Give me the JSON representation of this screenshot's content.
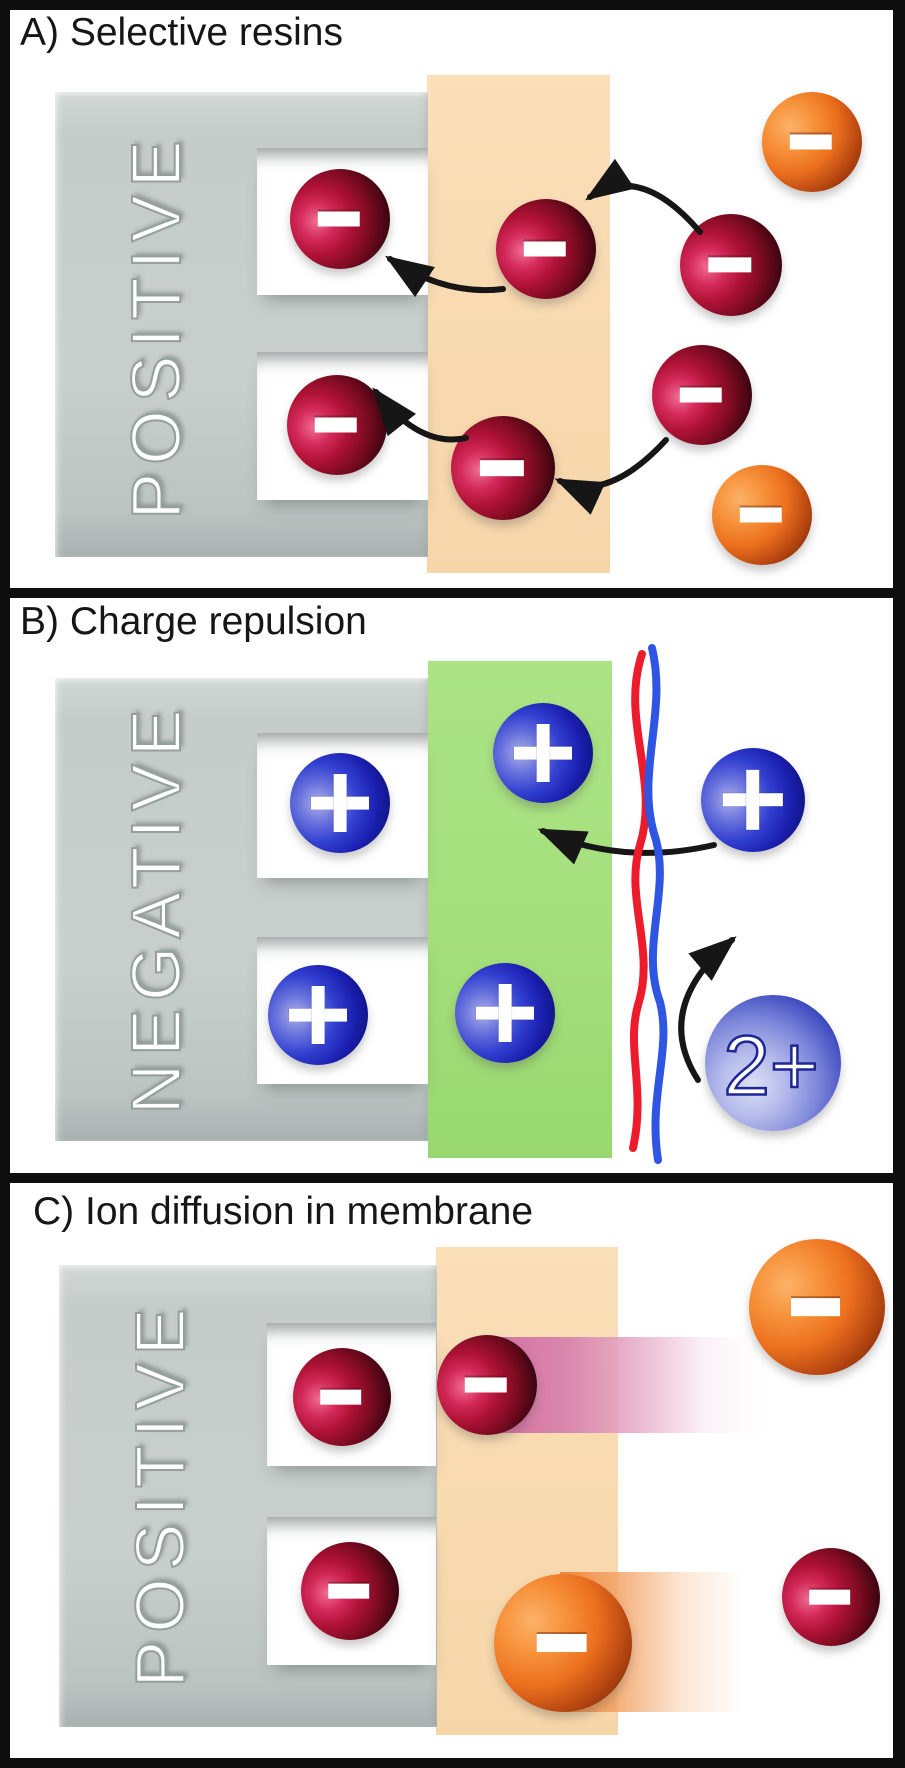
{
  "symbols": {
    "minus": "−",
    "plus": "+",
    "divalent": "2+"
  },
  "panels": {
    "a": {
      "title": "A) Selective resins",
      "block_label": "POSITIVE",
      "membrane_color": "#f9dbb2",
      "ion_counts": {
        "red_anions": 6,
        "orange_anions": 2
      },
      "arrow_count": 4
    },
    "b": {
      "title": "B) Charge repulsion",
      "block_label": "NEGATIVE",
      "membrane_color": "#a6e07e",
      "divalent_label": "2+",
      "coating_line_colors": {
        "red": "#ec1c2c",
        "blue": "#2f55e3"
      },
      "ion_counts": {
        "blue_monovalent_cations": 5,
        "divalent_cations": 1
      },
      "arrow_count": 2
    },
    "c": {
      "title": "C) Ion diffusion in membrane",
      "block_label": "POSITIVE",
      "membrane_color": "#f9dbb2",
      "ion_counts": {
        "red_anions": 4,
        "orange_anions": 2
      },
      "arrow_count": 0
    }
  },
  "colors": {
    "border": "#0e0e0e",
    "resin_block": "#c5ccca",
    "resin_label_text": "#ffffff",
    "anion_red": "#b01236",
    "anion_orange": "#ec701e",
    "cation_blue": "#3240d0",
    "divalent_blue": "#7d87da",
    "arrow": "#161616",
    "trail_pink": "#d46f9f",
    "trail_orange": "#ef8a3f"
  }
}
